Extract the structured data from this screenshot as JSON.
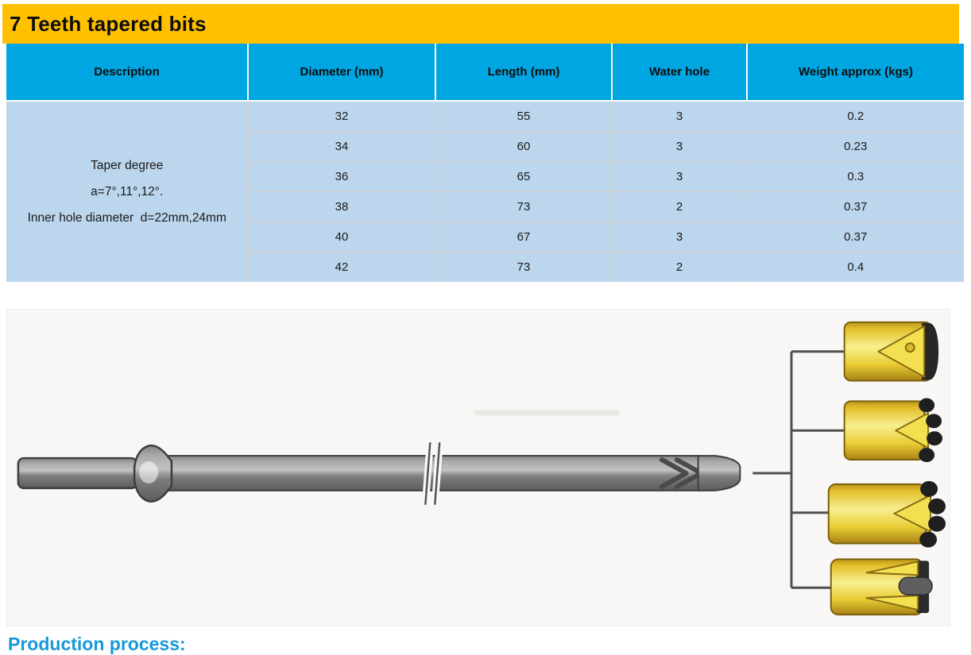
{
  "title_bar": {
    "label": "7 Teeth tapered bits"
  },
  "table": {
    "headers": {
      "description": "Description",
      "diameter": "Diameter (mm)",
      "length": "Length (mm)",
      "water_hole": "Water hole",
      "weight": "Weight approx (kgs)"
    },
    "description_cell": {
      "line1": "Taper degree",
      "line2": "a=7°,11°,12°.",
      "line3": "Inner hole diameter  d=22mm,24mm"
    },
    "rows": [
      {
        "diameter": "32",
        "length": "55",
        "water_hole": "3",
        "weight": "0.2"
      },
      {
        "diameter": "34",
        "length": "60",
        "water_hole": "3",
        "weight": "0.23"
      },
      {
        "diameter": "36",
        "length": "65",
        "water_hole": "3",
        "weight": "0.3"
      },
      {
        "diameter": "38",
        "length": "73",
        "water_hole": "2",
        "weight": "0.37"
      },
      {
        "diameter": "40",
        "length": "67",
        "water_hole": "3",
        "weight": "0.37"
      },
      {
        "diameter": "42",
        "length": "73",
        "water_hole": "2",
        "weight": "0.4"
      }
    ]
  },
  "section_heading": {
    "label": "Production process:"
  },
  "colors": {
    "title_bar_bg": "#FFC000",
    "table_header_bg": "#00A6E1",
    "table_body_bg": "#BCD6EE",
    "row_divider": "#d5ccc0",
    "heading_blue": "#1699D8",
    "bit_yellow": "#E9C832",
    "rod_gray": "#9a9a9a"
  },
  "illustration": {
    "items": [
      "tapered drill rod",
      "chisel bit",
      "button bit",
      "button bit",
      "cross bit"
    ]
  }
}
